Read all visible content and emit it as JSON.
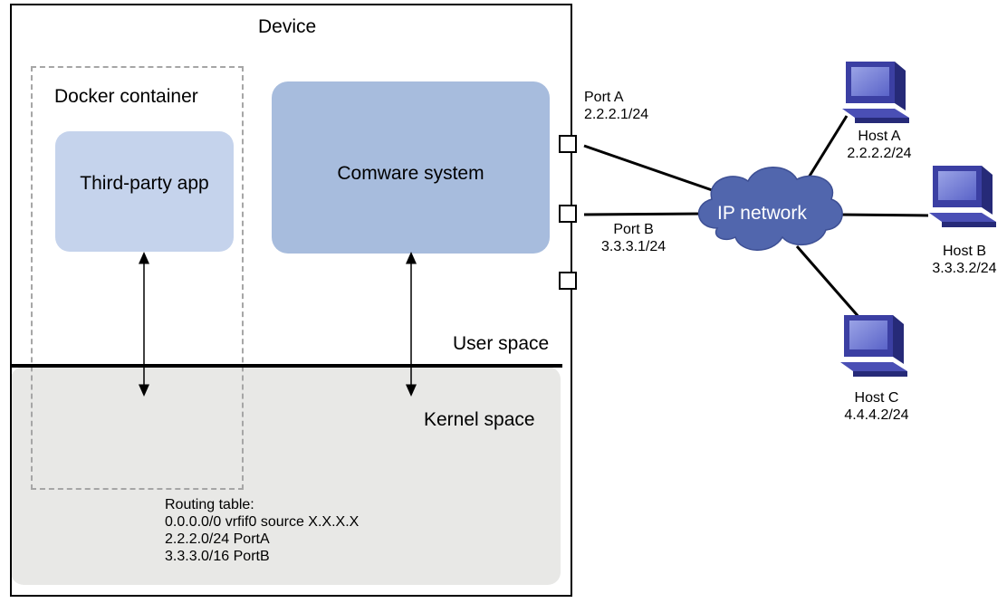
{
  "device": {
    "title": "Device"
  },
  "docker": {
    "title": "Docker container"
  },
  "app": {
    "title": "Third-party app"
  },
  "comware": {
    "title": "Comware system"
  },
  "spaces": {
    "user": "User space",
    "kernel": "Kernel space"
  },
  "routing": {
    "title": "Routing table:",
    "entries": [
      "0.0.0.0/0 vrfif0 source X.X.X.X",
      "2.2.2.0/24 PortA",
      "3.3.3.0/16 PortB"
    ]
  },
  "ports": [
    {
      "name": "Port A",
      "ip": "2.2.2.1/24"
    },
    {
      "name": "Port B",
      "ip": "3.3.3.1/24"
    }
  ],
  "network": {
    "label": "IP network"
  },
  "hosts": [
    {
      "name": "Host A",
      "ip": "2.2.2.2/24",
      "icon": "computer-icon"
    },
    {
      "name": "Host B",
      "ip": "3.3.3.2/24",
      "icon": "computer-icon"
    },
    {
      "name": "Host C",
      "ip": "4.4.4.2/24",
      "icon": "computer-icon"
    }
  ],
  "colors": {
    "app": "#c5d3ec",
    "comware": "#a7bcdd",
    "kernel": "#e8e8e6",
    "cloud": "#5166ad",
    "host": "#3b3fa3"
  }
}
